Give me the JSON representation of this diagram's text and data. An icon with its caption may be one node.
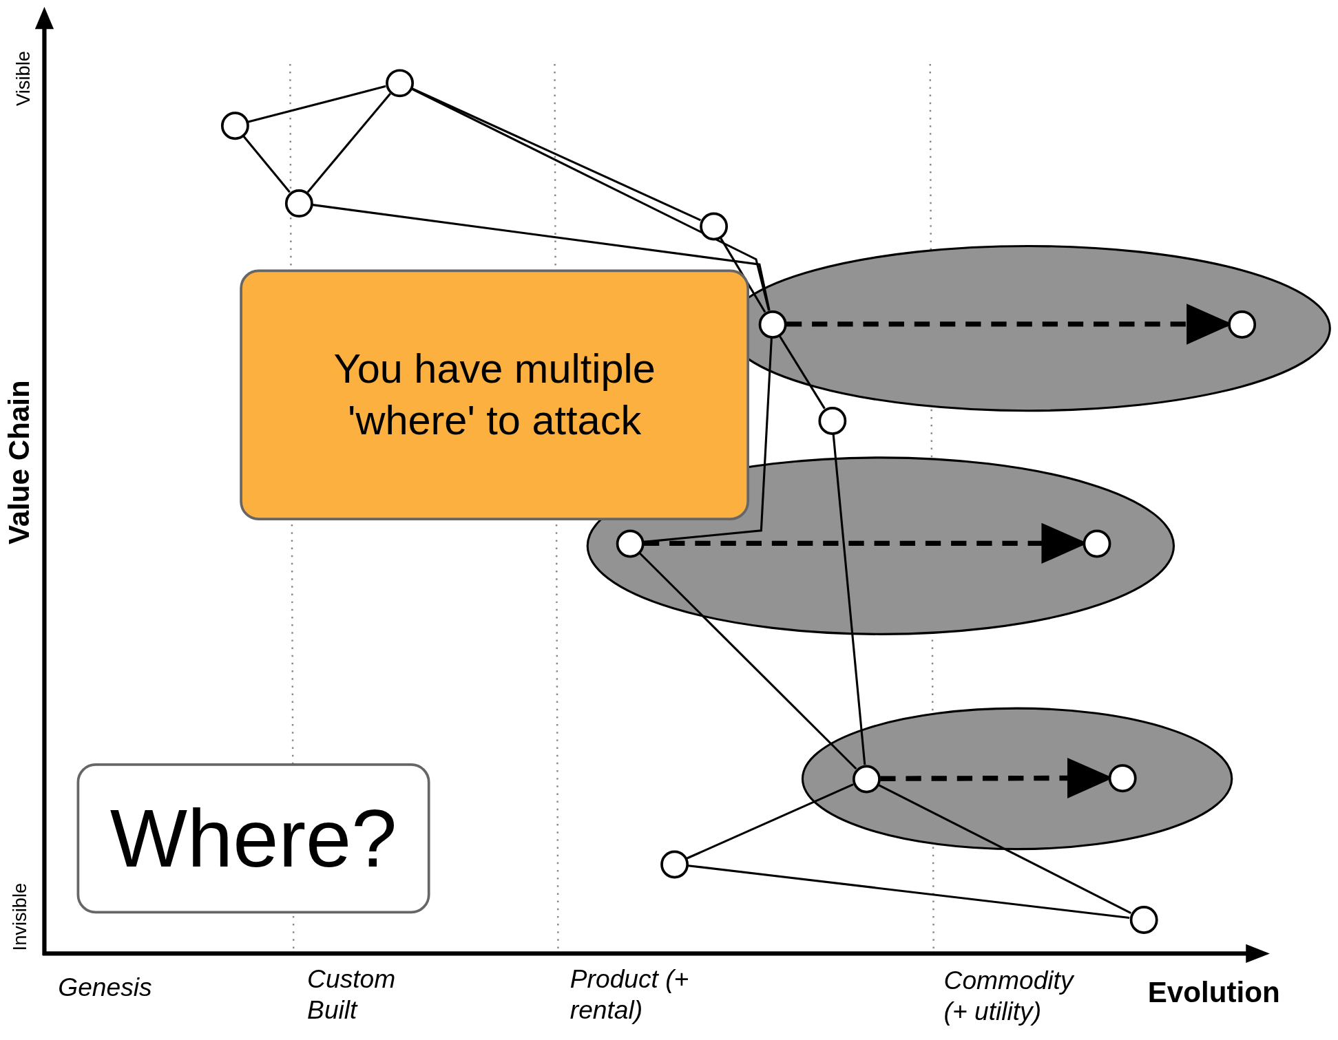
{
  "diagram": {
    "nodes": [
      {
        "text": [],
        "shape": "circle"
      },
      {
        "text": [],
        "shape": "circle"
      },
      {
        "text": [],
        "shape": "circle"
      },
      {
        "text": [],
        "shape": "circle"
      },
      {
        "text": [
          "You have multiple 'where' to attack"
        ]
      },
      {
        "text": [],
        "shape": "ellipse"
      },
      {
        "text": [],
        "shape": "circle",
        "in": 5
      },
      {
        "text": [],
        "shape": "circle",
        "in": 5
      },
      {
        "text": [],
        "shape": "circle"
      },
      {
        "text": [
          "Where?"
        ]
      },
      {
        "text": [],
        "shape": "ellipse"
      },
      {
        "text": [],
        "shape": "circle",
        "in": 10
      },
      {
        "text": [],
        "shape": "circle",
        "in": 10
      },
      {
        "text": [],
        "shape": "ellipse"
      },
      {
        "text": [],
        "shape": "circle",
        "in": 13
      },
      {
        "text": [],
        "shape": "circle",
        "in": 13
      },
      {
        "text": [],
        "shape": "circle"
      },
      {
        "text": [],
        "shape": "circle"
      }
    ],
    "edges": [
      {
        "from": 0,
        "to": 1,
        "arrow": "none"
      },
      {
        "from": 0,
        "to": 2,
        "arrow": "none"
      },
      {
        "from": 2,
        "to": 1,
        "arrow": "none"
      },
      {
        "from": 1,
        "to": 3,
        "arrow": "none"
      },
      {
        "from": 1,
        "to": 6,
        "arrow": "none"
      },
      {
        "from": 2,
        "to": 6,
        "arrow": "none"
      },
      {
        "from": 3,
        "to": 6,
        "arrow": "none"
      },
      {
        "from": 6,
        "to": 8,
        "arrow": "none"
      },
      {
        "from": 6,
        "to": 11,
        "arrow": "none"
      },
      {
        "from": 8,
        "to": 14,
        "arrow": "none"
      },
      {
        "from": 11,
        "to": 14,
        "arrow": "none"
      },
      {
        "from": 14,
        "to": 16,
        "arrow": "none"
      },
      {
        "from": 16,
        "to": 17,
        "arrow": "none"
      },
      {
        "from": 14,
        "to": 17,
        "arrow": "none"
      },
      {
        "from": 6,
        "to": 7,
        "arrow": "to",
        "style": "dashed"
      },
      {
        "from": 11,
        "to": 12,
        "arrow": "to",
        "style": "dashed"
      },
      {
        "from": 14,
        "to": 15,
        "arrow": "to",
        "style": "dashed"
      }
    ],
    "labels": [
      "Visible",
      "Value Chain",
      "Invisible",
      "Genesis",
      "Custom Built",
      "Product (+ rental)",
      "Commodity (+ utility)",
      "Evolution"
    ]
  }
}
